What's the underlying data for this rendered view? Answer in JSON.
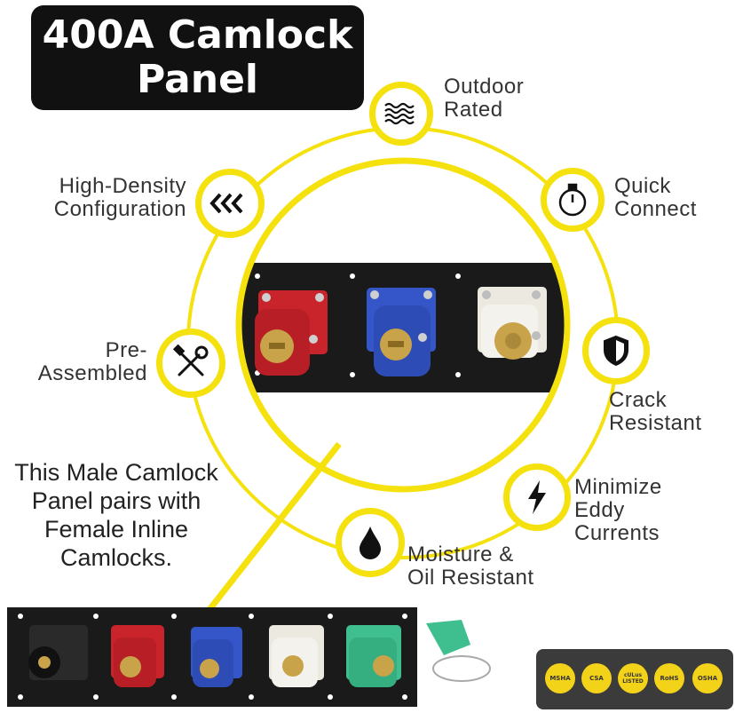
{
  "title": {
    "line1": "400A Camlock",
    "line2": "Panel"
  },
  "features": {
    "outdoor": {
      "line1": "Outdoor",
      "line2": "Rated",
      "icon": "waves-icon"
    },
    "quick": {
      "line1": "Quick",
      "line2": "Connect",
      "icon": "stopwatch-icon"
    },
    "crack": {
      "line1": "Crack",
      "line2": "Resistant",
      "icon": "shield-icon"
    },
    "eddy": {
      "line1": "Minimize",
      "line2": "Eddy",
      "line3": "Currents",
      "icon": "lightning-icon"
    },
    "moisture": {
      "line1": "Moisture &",
      "line2": "Oil Resistant",
      "icon": "droplet-icon"
    },
    "assembled": {
      "line1": "Pre-",
      "line2": "Assembled",
      "icon": "tools-icon"
    },
    "density": {
      "line1": "High-Density",
      "line2": "Configuration",
      "icon": "chevrons-left-icon"
    }
  },
  "description": {
    "line1": "This Male Camlock",
    "line2": "Panel pairs with",
    "line3": "Female Inline",
    "line4": "Camlocks."
  },
  "certifications": [
    "MSHA",
    "CSA",
    "cULus LISTED",
    "RoHS",
    "OSHA"
  ],
  "colors": {
    "accent_yellow": "#f5e10e",
    "panel_black": "#1a1a1a",
    "red": "#c9232b",
    "blue": "#3556c8",
    "white": "#ece9e1",
    "green": "#3fbf8f",
    "brass": "#c9a34a"
  }
}
